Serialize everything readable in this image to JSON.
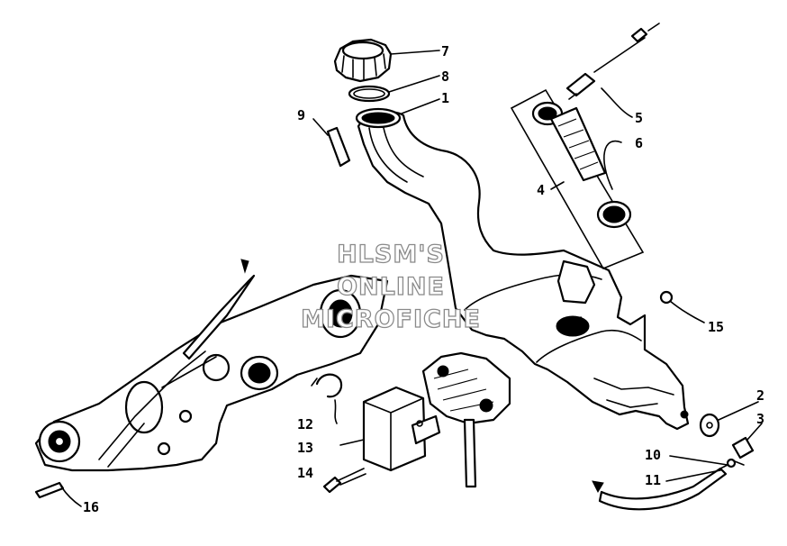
{
  "watermark": {
    "line1": "HLSM'S",
    "line2": "ONLINE",
    "line3": "MICROFICHE"
  },
  "callouts": {
    "c1": "1",
    "c2": "2",
    "c3": "3",
    "c4": "4",
    "c5": "5",
    "c6": "6",
    "c7": "7",
    "c8": "8",
    "c9": "9",
    "c10": "10",
    "c11": "11",
    "c12": "12",
    "c13": "13",
    "c14": "14",
    "c15": "15",
    "c16": "16"
  }
}
